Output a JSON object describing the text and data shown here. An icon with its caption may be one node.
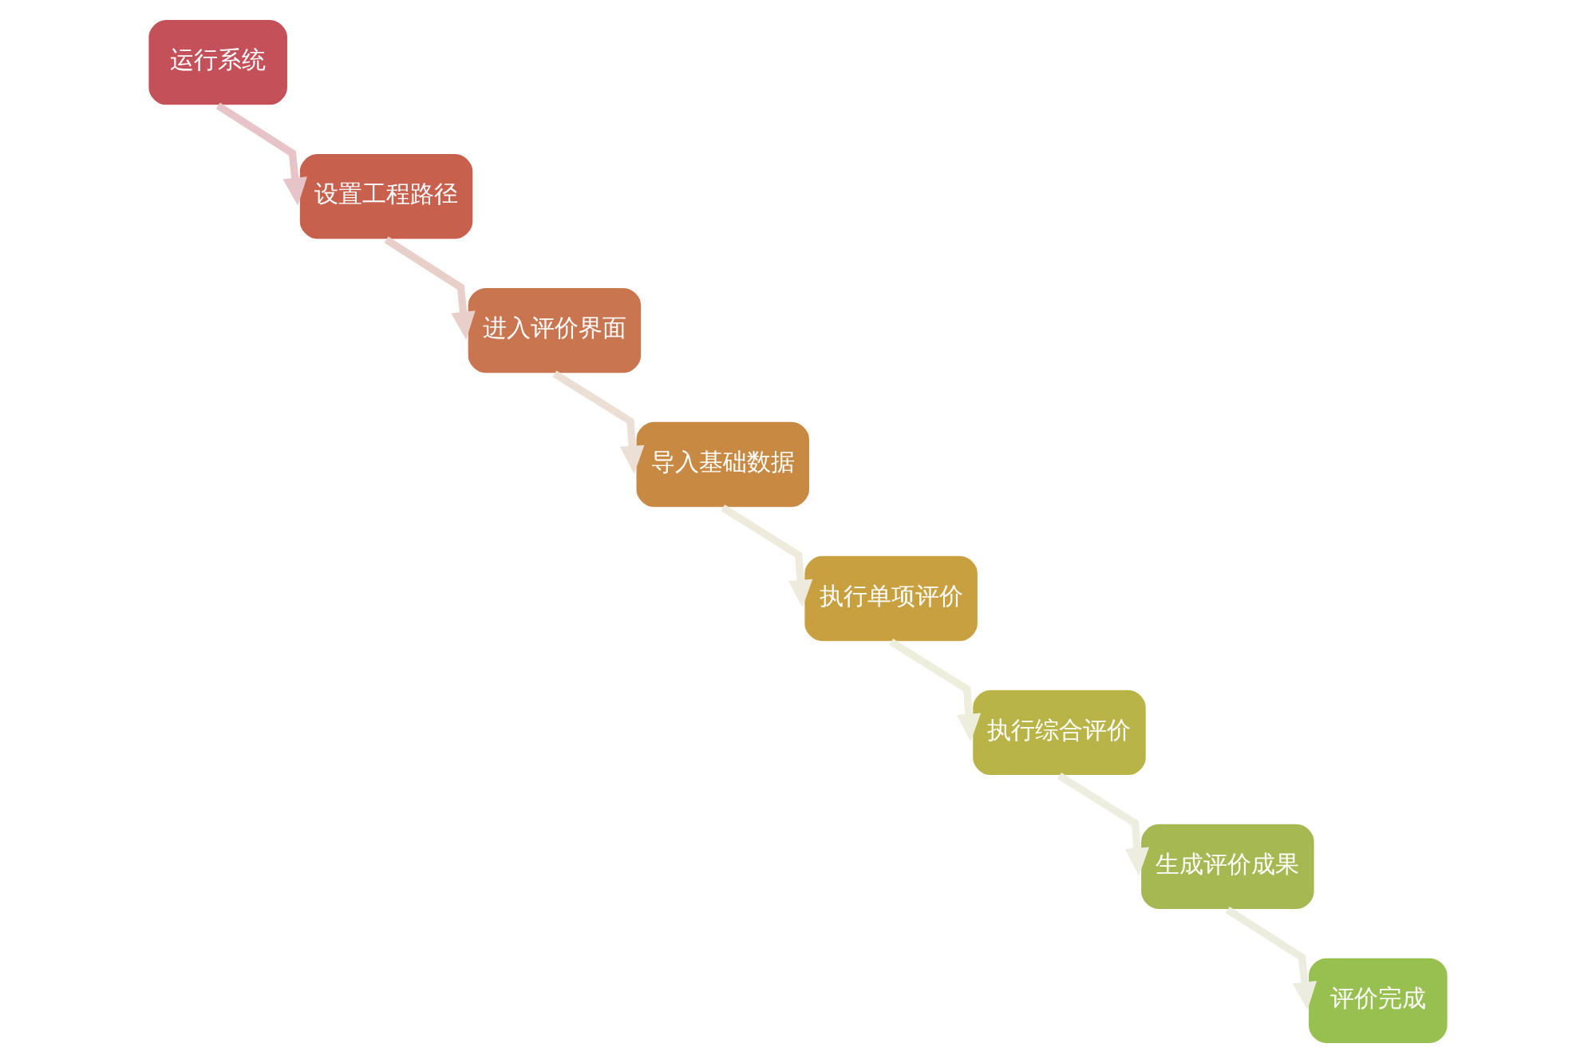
{
  "diagram": {
    "nodes": [
      {
        "text": [
          "运行系统"
        ]
      },
      {
        "text": [
          "设置工程路径"
        ]
      },
      {
        "text": [
          "进入评价界面"
        ]
      },
      {
        "text": [
          "导入基础数据"
        ]
      },
      {
        "text": [
          "执行单项评价"
        ]
      },
      {
        "text": [
          "执行综合评价"
        ]
      },
      {
        "text": [
          "生成评价成果"
        ]
      },
      {
        "text": [
          "评价完成"
        ]
      }
    ],
    "edges": [
      {
        "from": 0,
        "to": 1,
        "arrow": "to",
        "color": "#e6c4c8"
      },
      {
        "from": 1,
        "to": 2,
        "arrow": "to",
        "color": "#e8cfca"
      },
      {
        "from": 2,
        "to": 3,
        "arrow": "to",
        "color": "#ece0d6"
      },
      {
        "from": 3,
        "to": 4,
        "arrow": "to",
        "color": "#eeeadc"
      },
      {
        "from": 4,
        "to": 5,
        "arrow": "to",
        "color": "#eeeedc"
      },
      {
        "from": 5,
        "to": 6,
        "arrow": "to",
        "color": "#eeeee0"
      },
      {
        "from": 6,
        "to": 7,
        "arrow": "to",
        "color": "#ececdf"
      }
    ]
  }
}
